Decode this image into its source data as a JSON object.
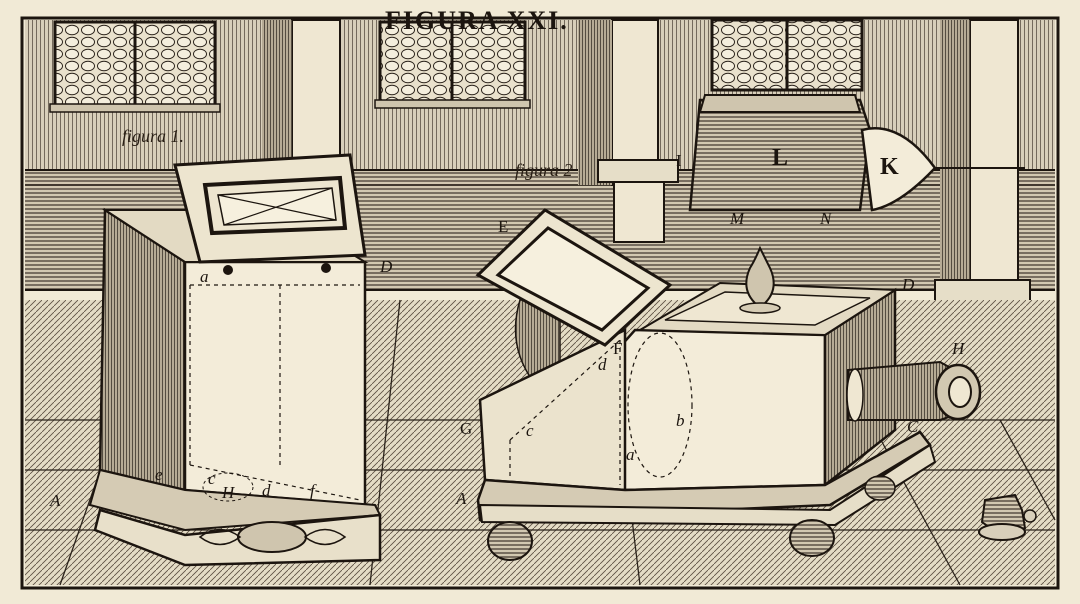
{
  "plate": {
    "title": "FIGURA XXI.",
    "captions": {
      "figura_1": "figura 1.",
      "figura_2": "figura 2"
    },
    "letters": {
      "a_lid": "a",
      "D_left": "D",
      "e_left": "e",
      "c_left": "c",
      "H_left": "H",
      "d_left": "d",
      "f_left": "f",
      "A_left": "A",
      "E": "E",
      "F": "F",
      "d_right": "d",
      "G": "G",
      "c_right": "c",
      "b": "b",
      "a_right": "a",
      "A_right": "A",
      "C": "C",
      "D_right": "D",
      "H_right": "H",
      "I": "I",
      "L": "L",
      "K": "K",
      "M": "M",
      "N": "N"
    }
  },
  "colors": {
    "paper": "#f1ead6",
    "ink": "#1c150f",
    "shade": "#6e6253"
  }
}
